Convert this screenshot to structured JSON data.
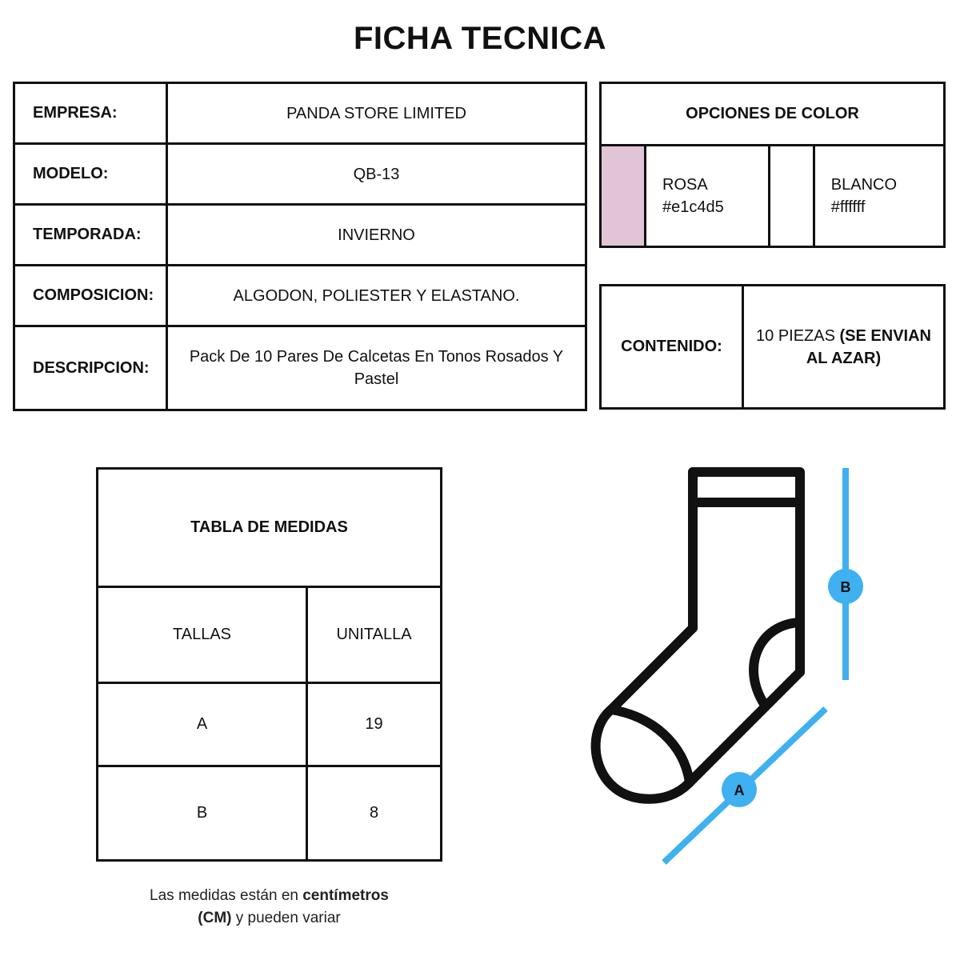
{
  "title": "FICHA TECNICA",
  "specs": {
    "empresa": {
      "label": "EMPRESA:",
      "value": "PANDA STORE LIMITED"
    },
    "modelo": {
      "label": "MODELO:",
      "value": "QB-13"
    },
    "temporada": {
      "label": "TEMPORADA:",
      "value": "INVIERNO"
    },
    "composicion": {
      "label": "COMPOSICION:",
      "value": "ALGODON, POLIESTER Y ELASTANO."
    },
    "descripcion": {
      "label": "DESCRIPCION:",
      "value": "Pack De 10 Pares De Calcetas En Tonos Rosados Y Pastel"
    }
  },
  "colors": {
    "header": "OPCIONES DE COLOR",
    "options": [
      {
        "name": "ROSA",
        "hex": "#e1c4d5"
      },
      {
        "name": "BLANCO",
        "hex": "#ffffff"
      }
    ]
  },
  "contenido": {
    "label": "CONTENIDO:",
    "value_plain": "10 PIEZAS",
    "value_bold": "(SE ENVIAN AL AZAR)"
  },
  "medidas": {
    "header": "TABLA DE MEDIDAS",
    "col1": "TALLAS",
    "col2": "UNITALLA",
    "rows": [
      {
        "talla": "A",
        "valor": "19"
      },
      {
        "talla": "B",
        "valor": "8"
      }
    ]
  },
  "note": {
    "part1": "Las medidas están en",
    "bold1": "centímetros",
    "bold2": "(CM)",
    "part2": "y pueden variar"
  },
  "diagram": {
    "marker_a": "A",
    "marker_b": "B",
    "accent_color": "#3fb0f0"
  }
}
